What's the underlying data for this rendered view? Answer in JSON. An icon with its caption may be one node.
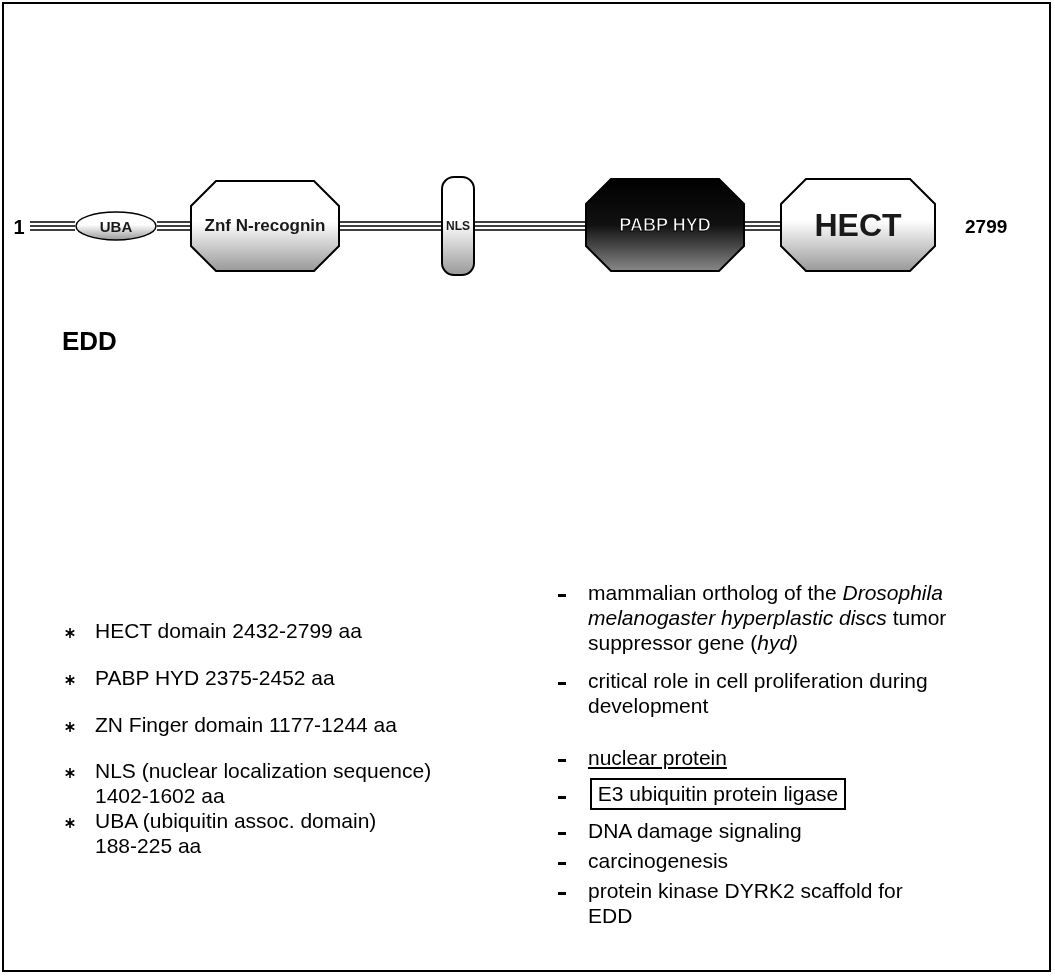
{
  "diagram": {
    "title": "EDD",
    "nodes": [
      {
        "text": [
          "1"
        ]
      },
      {
        "text": [
          "UBA"
        ]
      },
      {
        "text": [
          "Znf N-recognin"
        ]
      },
      {
        "text": [
          "NLS"
        ]
      },
      {
        "text": [
          "PABP HYD"
        ]
      },
      {
        "text": [
          "HECT"
        ]
      },
      {
        "text": [
          "E3 ubiquitin protein ligase"
        ]
      }
    ],
    "edges": [
      {
        "from": 0,
        "to": 1,
        "arrow": "none"
      },
      {
        "from": 1,
        "to": 2,
        "arrow": "none"
      },
      {
        "from": 2,
        "to": 3,
        "arrow": "none"
      },
      {
        "from": 3,
        "to": 4,
        "arrow": "none"
      },
      {
        "from": 4,
        "to": 5,
        "arrow": "none"
      }
    ],
    "labels": [
      "2799",
      "HECT domain 2432-2799 aa",
      "PABP HYD 2375-2452 aa",
      "ZN Finger domain 1177-1244 aa",
      "NLS (nuclear localization sequence) 1402-1602 aa",
      "UBA (ubiquitin assoc. domain) 188-225 aa",
      "mammalian ortholog of the *Drosophila melanogaster hyperplastic discs* tumor suppressor gene (*hyd)*",
      "critical role in cell proliferation during development",
      "nuclear protein",
      "DNA damage signaling",
      "carcinogenesis",
      "protein kinase DYRK2 scaffold for EDD"
    ]
  }
}
